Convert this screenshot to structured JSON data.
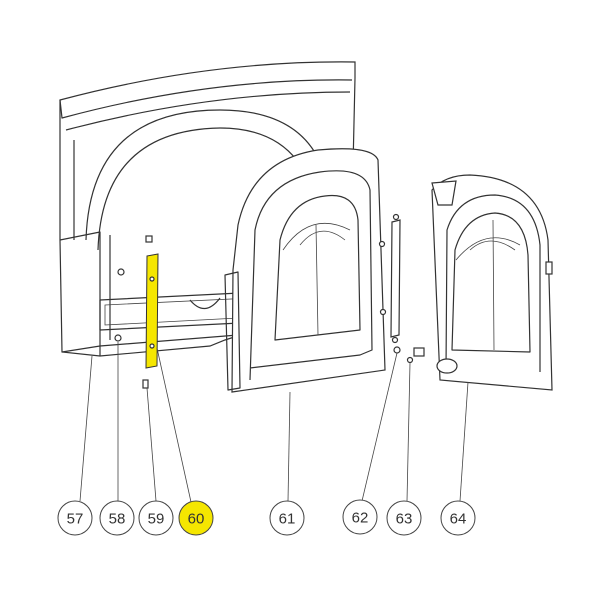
{
  "diagram": {
    "callouts": [
      {
        "label": "57",
        "highlighted": false
      },
      {
        "label": "58",
        "highlighted": false
      },
      {
        "label": "59",
        "highlighted": false
      },
      {
        "label": "60",
        "highlighted": true
      },
      {
        "label": "61",
        "highlighted": false
      },
      {
        "label": "62",
        "highlighted": false
      },
      {
        "label": "63",
        "highlighted": false
      },
      {
        "label": "64",
        "highlighted": false
      }
    ],
    "colors": {
      "highlight": "#f5e600",
      "line": "#333333"
    }
  }
}
